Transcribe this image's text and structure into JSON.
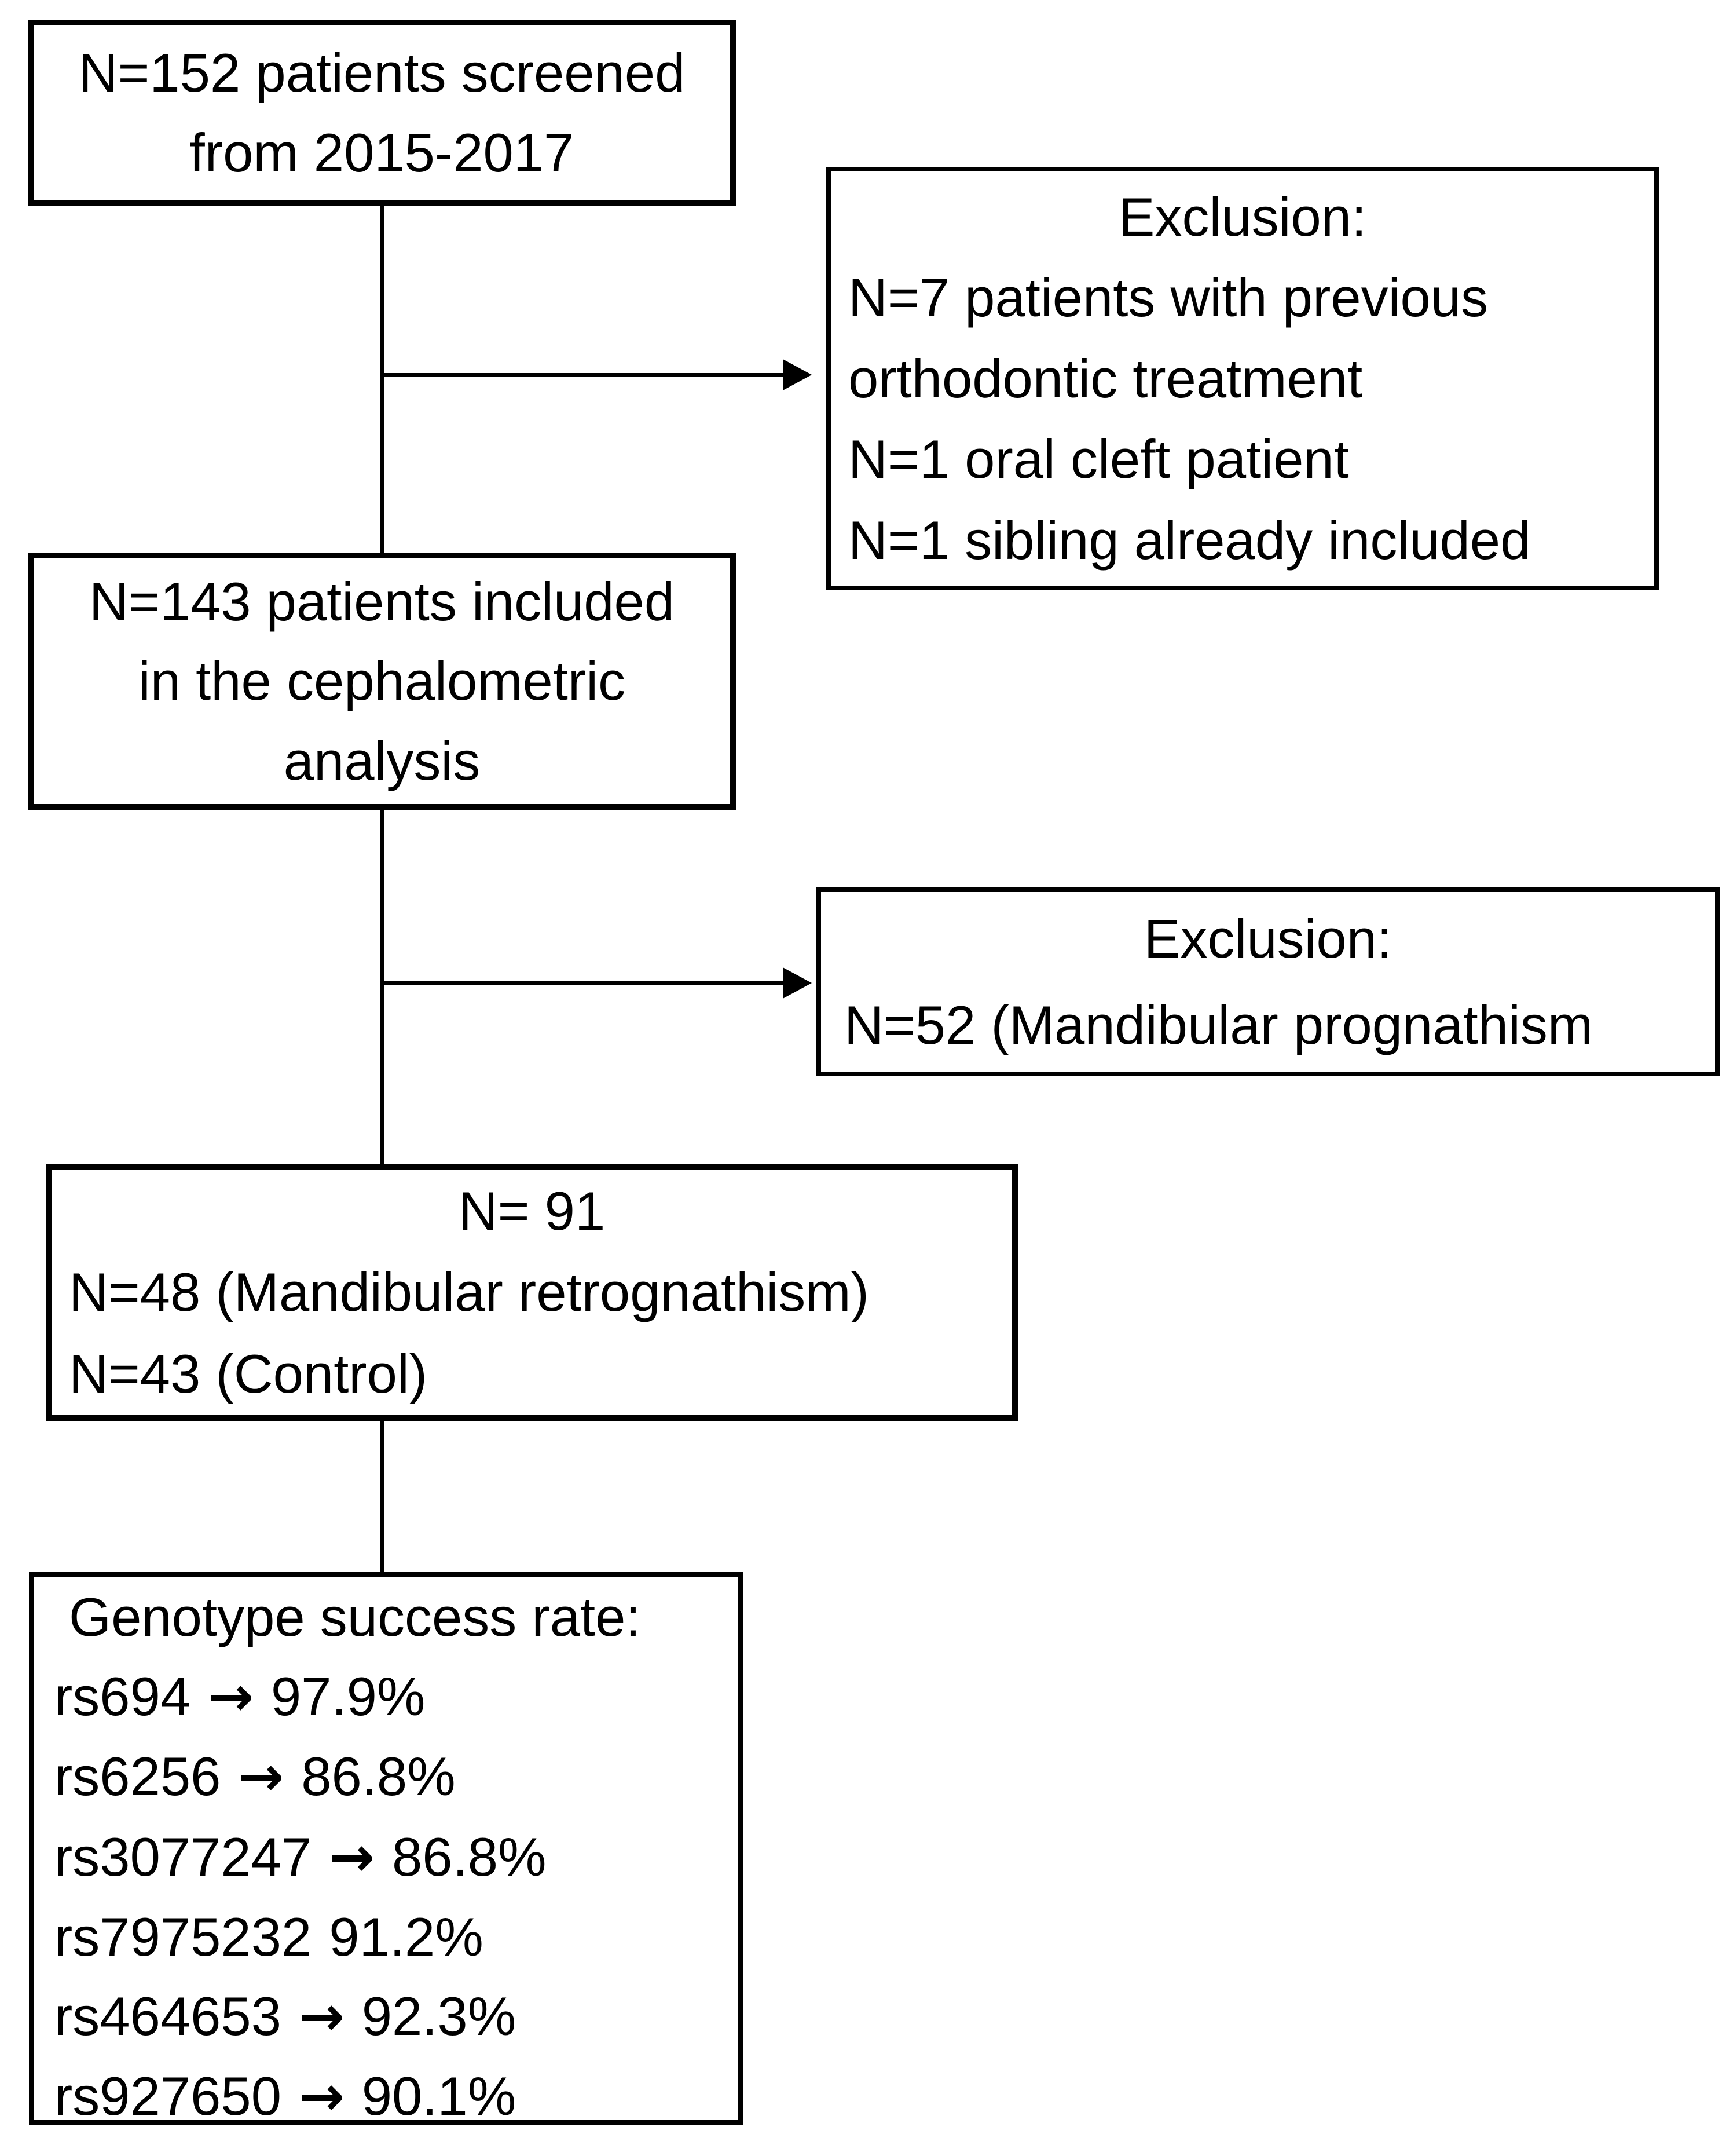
{
  "colors": {
    "background": "#ffffff",
    "line": "#000000",
    "text": "#000000"
  },
  "flowchart": {
    "screened": {
      "lines": [
        "N=152 patients screened",
        "from 2015-2017"
      ]
    },
    "exclusion1": {
      "title": "Exclusion:",
      "lines": [
        "N=7 patients with previous",
        "orthodontic treatment",
        "N=1 oral cleft patient",
        "N=1 sibling already included"
      ]
    },
    "included": {
      "lines": [
        "N=143 patients included",
        "in the cephalometric",
        "analysis"
      ]
    },
    "exclusion2": {
      "title": "Exclusion:",
      "lines": [
        "N=52 (Mandibular prognathism"
      ]
    },
    "groups": {
      "title": "N= 91",
      "lines": [
        "N=48 (Mandibular retrognathism)",
        "N=43 (Control)"
      ]
    },
    "genotype": {
      "title": "Genotype success rate:",
      "items": [
        {
          "label": "rs694",
          "arrow": "→",
          "value": "97.9%"
        },
        {
          "label": "rs6256",
          "arrow": "→",
          "value": "86.8%"
        },
        {
          "label": "rs3077247",
          "arrow": "→",
          "value": "86.8%"
        },
        {
          "label": "rs7975232",
          "arrow": "",
          "value": "91.2%"
        },
        {
          "label": "rs464653",
          "arrow": "→",
          "value": "92.3%"
        },
        {
          "label": "rs927650",
          "arrow": "→",
          "value": "90.1%"
        }
      ]
    }
  }
}
